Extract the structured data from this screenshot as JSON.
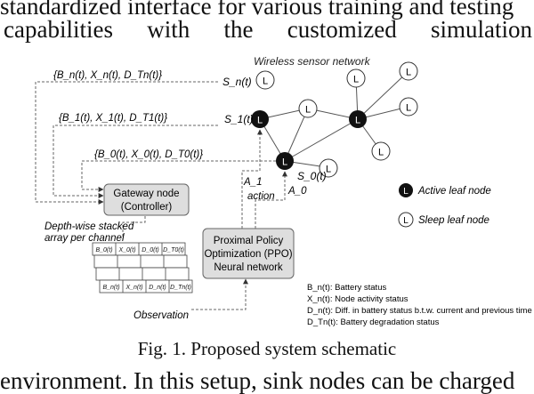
{
  "body_text": {
    "line_top": "standardized interface for various training and testing",
    "line_2_words": [
      "capabilities",
      "with",
      "the",
      "customized",
      "simulation"
    ],
    "line_bottom": "environment. In this setup, sink nodes can be charged"
  },
  "figure": {
    "network_title": "Wireless sensor network",
    "leaf_letter": "L",
    "label_sn": "S_n(t)",
    "label_s1": "S_1(t)",
    "label_s0": "S_0(t)",
    "tuple_n": "{B_n(t), X_n(t), D_Tn(t)}",
    "tuple_1": "{B_1(t), X_1(t), D_T1(t)}",
    "tuple_0": "{B_0(t), X_0(t), D_T0(t)}",
    "gateway_line1": "Gateway node",
    "gateway_line2": "(Controller)",
    "ppo_line1": "Proximal Policy",
    "ppo_line2": "Optimization (PPO)",
    "ppo_line3": "Neural network",
    "stack_caption_line1": "Depth-wise stacked",
    "stack_caption_line2": "array per channel",
    "action_label": "action",
    "a1_label": "A_1",
    "a0_label": "A_0",
    "observation_label": "Observation",
    "legend_active": "Active leaf node",
    "legend_sleep": "Sleep leaf node",
    "stack_cells": [
      "B_0(t)",
      "X_0(t)",
      "D_0(t)",
      "D_T0(t)"
    ],
    "stack_bottom_cells": [
      "B_n(t)",
      "X_n(t)",
      "D_n(t)",
      "D_Tn(t)"
    ],
    "definitions": [
      "B_n(t): Battery status",
      "X_n(t): Node activity status",
      "D_n(t): Diff. in battery status b.t.w. current and previous time step",
      "D_Tn(t): Battery degradation status"
    ]
  },
  "caption": "Fig. 1. Proposed system schematic"
}
